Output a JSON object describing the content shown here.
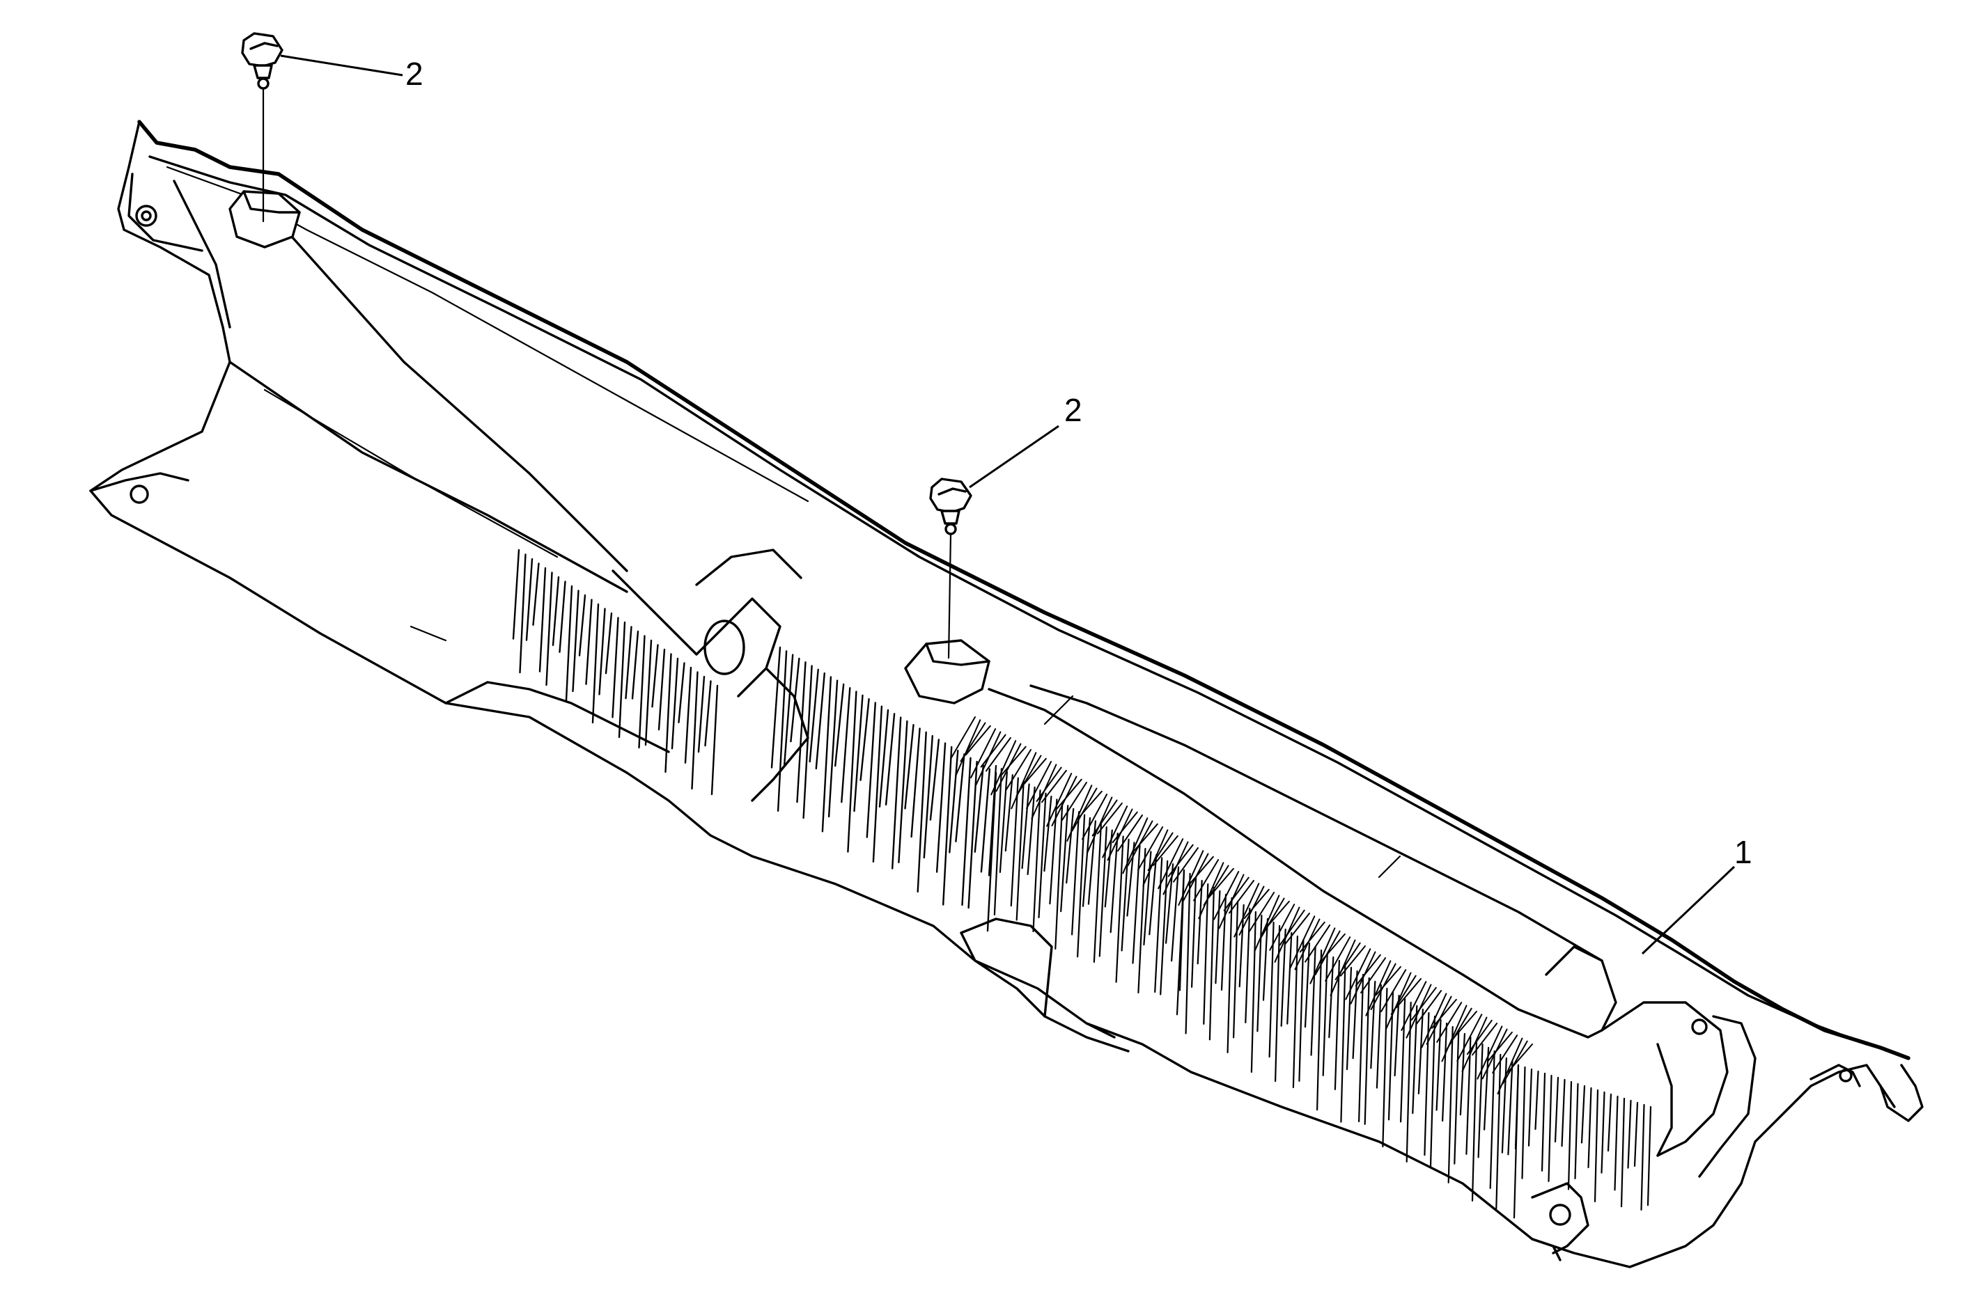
{
  "callouts": [
    {
      "id": "cowl-panel",
      "label": "1"
    },
    {
      "id": "nozzle-left",
      "label": "2"
    },
    {
      "id": "nozzle-center",
      "label": "2"
    }
  ]
}
